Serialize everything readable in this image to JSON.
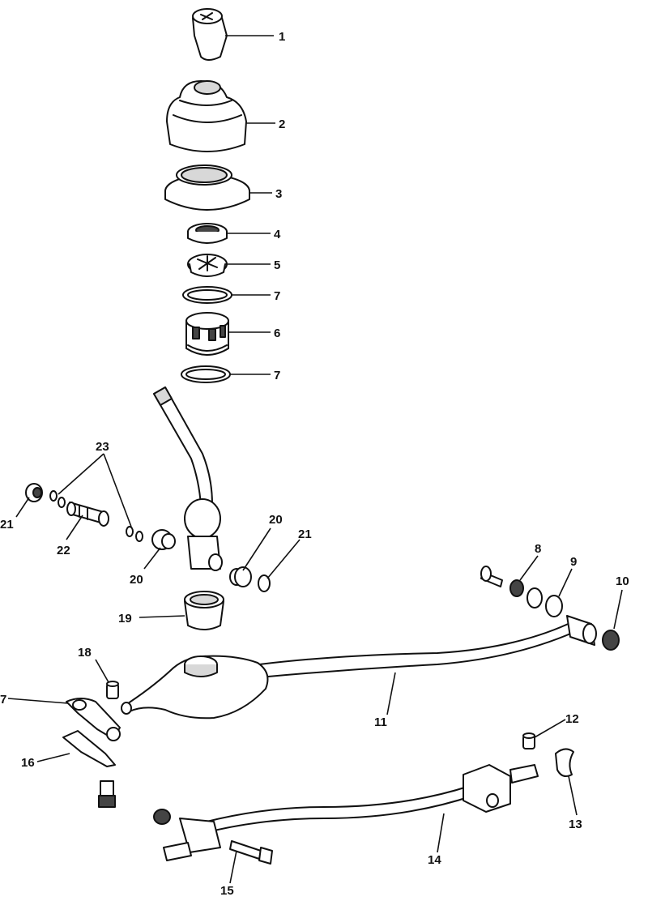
{
  "callouts": {
    "c1": "1",
    "c2": "2",
    "c3": "3",
    "c4": "4",
    "c5": "5",
    "c7a": "7",
    "c6": "6",
    "c7b": "7",
    "c23": "23",
    "c21a": "21",
    "c22": "22",
    "c20a": "20",
    "c20b": "20",
    "c21b": "21",
    "c19": "19",
    "c8": "8",
    "c9": "9",
    "c10": "10",
    "c18": "18",
    "c17": "7",
    "c11": "11",
    "c16": "16",
    "c12": "12",
    "c13": "13",
    "c14": "14",
    "c15": "15"
  }
}
